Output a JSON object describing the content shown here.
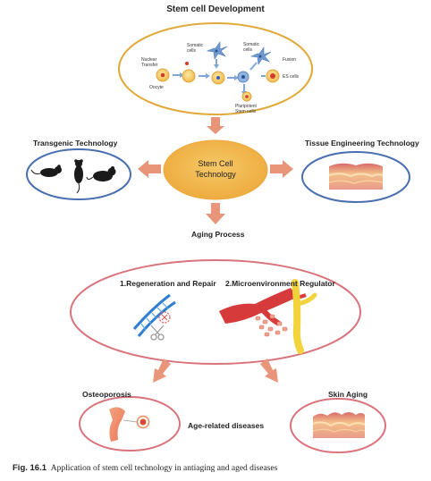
{
  "title": "Stem cell Development",
  "stem_dev": {
    "nuclear_transfer": "Nuclear Transfer",
    "oocyte": "Oocyte",
    "somatic_cells_1": "Somatic cells",
    "somatic_cells_2": "Somatic cells",
    "fusion": "Fusion",
    "es_cells": "ES cells",
    "pluripotent": "Pluripotent Stem cells"
  },
  "center": "Stem Cell Technology",
  "left_label": "Transgenic Technology",
  "right_label": "Tissue Engineering Technology",
  "aging_process": "Aging Process",
  "regen": "1.Regeneration and Repair",
  "micro": "2.Microenvironment Regulator",
  "osteo": "Osteoporosis",
  "skin": "Skin Aging",
  "age_related": "Age-related diseases",
  "caption_fig": "Fig. 16.1",
  "caption_text": "Application of stem cell technology in antiaging and aged diseases",
  "colors": {
    "orange": "#f0b24a",
    "arrow": "#e8957a",
    "red_outline": "#d9737b",
    "blue_outline": "#4a6fb0"
  }
}
